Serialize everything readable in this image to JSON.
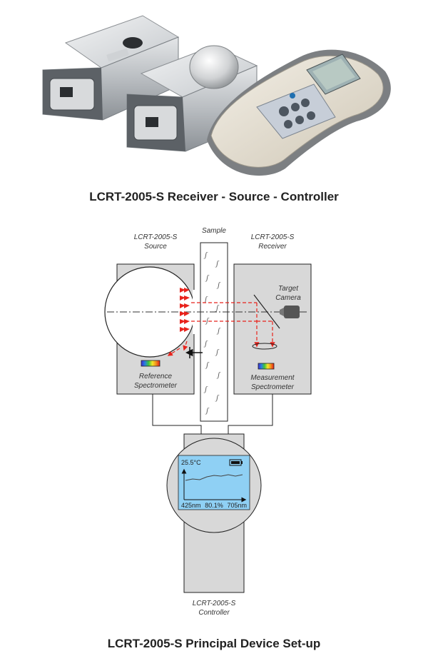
{
  "captions": {
    "top": "LCRT-2005-S Receiver - Source - Controller",
    "bottom": "LCRT-2005-S Principal Device Set-up"
  },
  "diagram": {
    "sample_label": "Sample",
    "source_label": [
      "LCRT-2005-S",
      "Source"
    ],
    "receiver_label": [
      "LCRT-2005-S",
      "Receiver"
    ],
    "target_camera_label": [
      "Target",
      "Camera"
    ],
    "reference_spectrometer_label": [
      "Reference",
      "Spectrometer"
    ],
    "measurement_spectrometer_label": [
      "Measurement",
      "Spectrometer"
    ],
    "controller_label": [
      "LCRT-2005-S",
      "Controller"
    ],
    "screen": {
      "temperature": "25.5°C",
      "axis_start": "425nm",
      "value": "80.1%",
      "axis_end": "705nm",
      "background_color": "#8fd0f4"
    },
    "colors": {
      "box_fill": "#d8d8d8",
      "beam_red": "#e8231c",
      "outline": "#222222"
    }
  }
}
